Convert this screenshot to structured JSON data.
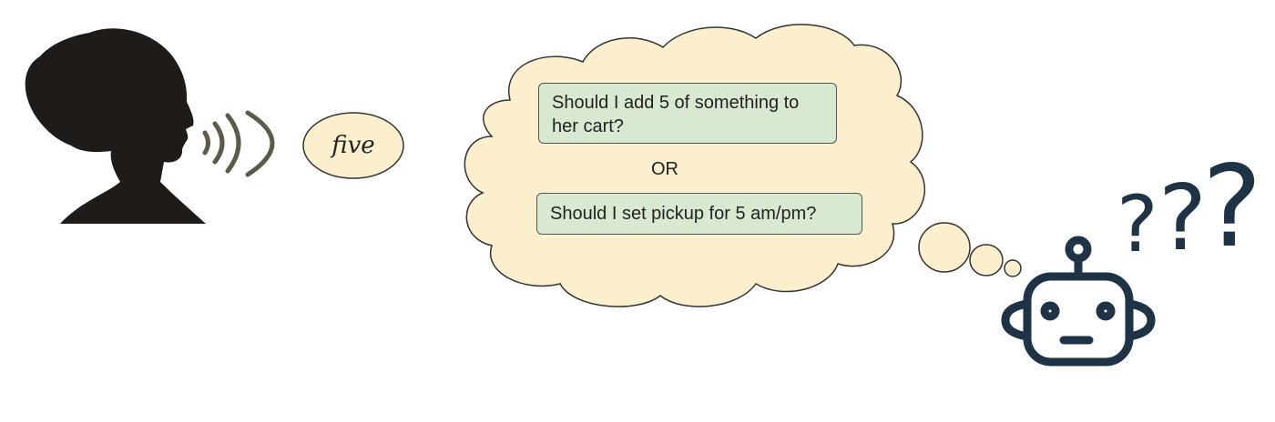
{
  "spoken_word": "five",
  "thought": {
    "option_1": "Should I add 5 of something to her cart?",
    "separator": "OR",
    "option_2": "Should I set pickup for 5 am/pm?"
  },
  "confusion_marks": [
    "?",
    "?",
    "?"
  ],
  "icons": {
    "speaker": "woman-head-silhouette-icon",
    "sound": "sound-waves-icon",
    "robot": "robot-head-icon"
  },
  "colors": {
    "silhouette": "#1e1b18",
    "sound_waves": "#5c5a48",
    "bubble_fill": "#fcefce",
    "bubble_stroke": "#333333",
    "option_fill": "#d9e8d0",
    "robot": "#1f3347"
  }
}
